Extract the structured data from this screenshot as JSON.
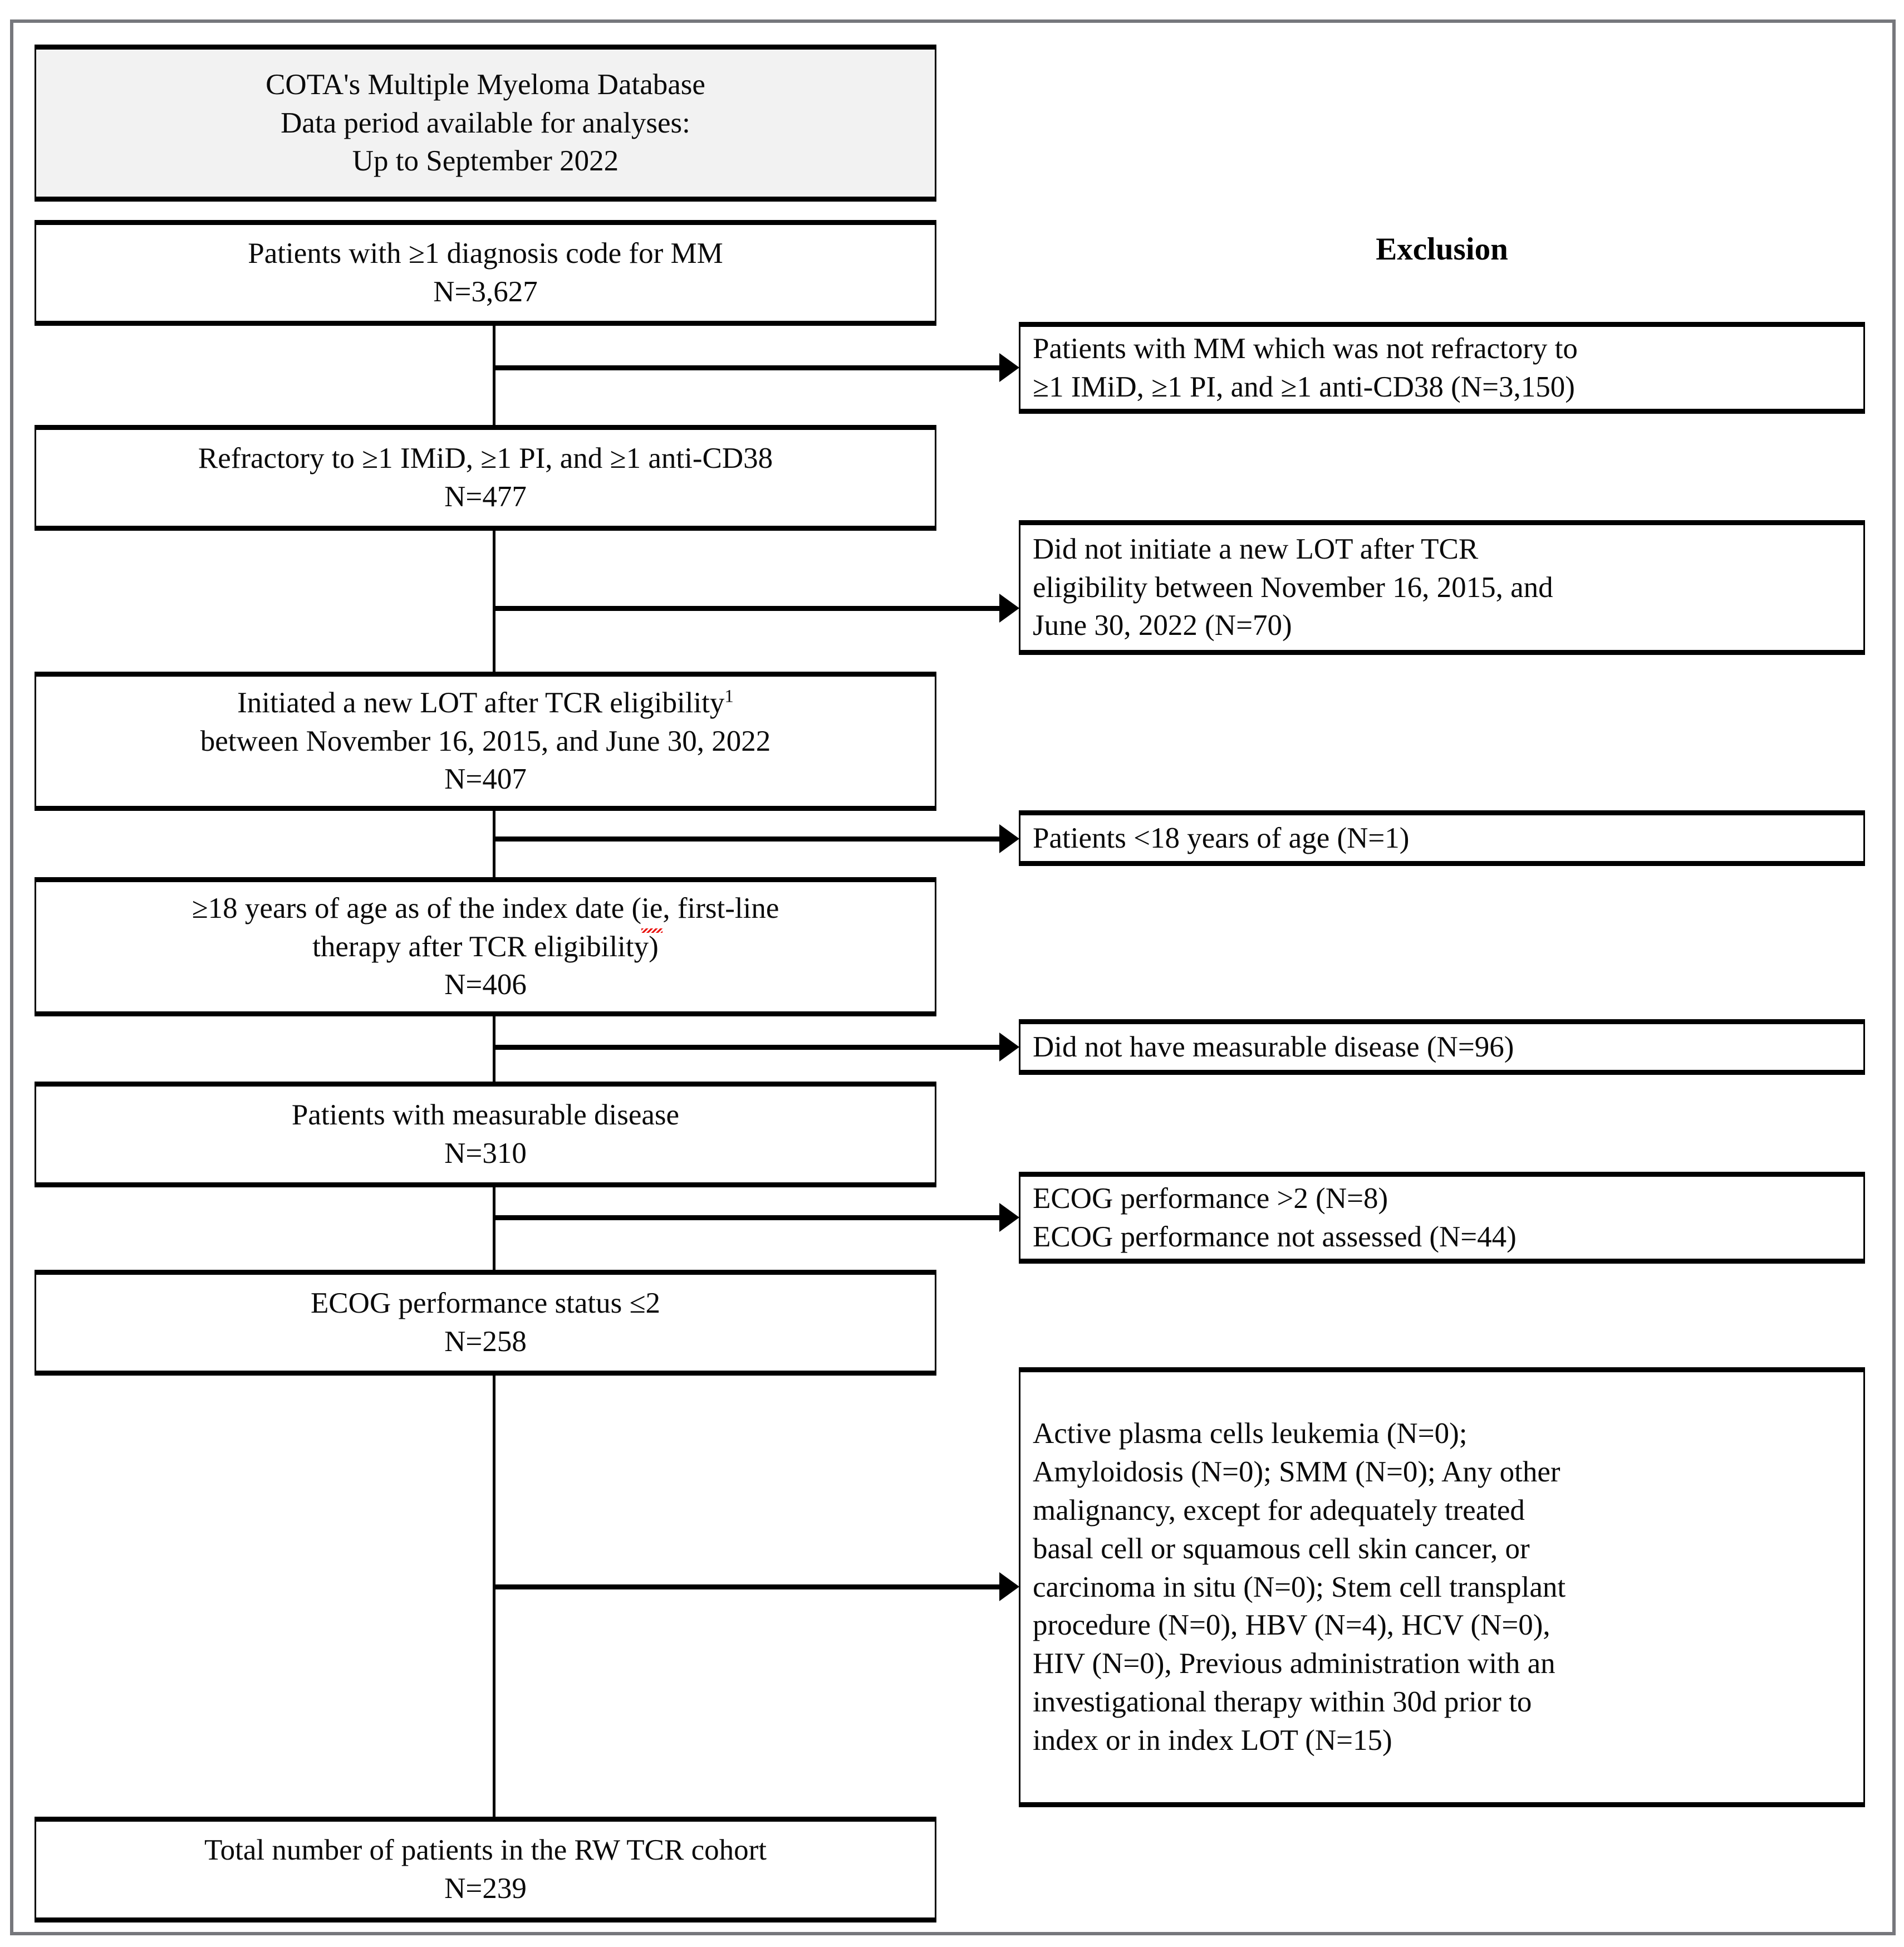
{
  "figure": {
    "type": "patient-attrition-flowchart",
    "exclusion_column_heading": "Exclusion"
  },
  "flow_boxes": {
    "source": {
      "line1": "COTA's Multiple Myeloma Database",
      "line2": "Data period available for analyses:",
      "line3": "Up to September 2022"
    },
    "step1": {
      "line1": "Patients with ≥1 diagnosis code for MM",
      "line2": "N=3,627"
    },
    "step2": {
      "line1": "Refractory to ≥1 IMiD, ≥1 PI, and ≥1 anti-CD38",
      "line2": "N=477"
    },
    "step3": {
      "line1a": "Initiated a new LOT after TCR eligibility",
      "line1_sup": "1",
      "line2": "between November 16, 2015, and June 30, 2022",
      "line3": "N=407"
    },
    "step4": {
      "line1a": "≥18 years of age as of the index date (",
      "line1_flag": "ie",
      "line1b": ", first-line",
      "line2": "therapy after TCR eligibility)",
      "line3": "N=406"
    },
    "step5": {
      "line1": "Patients with measurable disease",
      "line2": "N=310"
    },
    "step6": {
      "line1": "ECOG performance status ≤2",
      "line2": "N=258"
    },
    "step7": {
      "line1": "Total number of patients in the RW TCR cohort",
      "line2": "N=239"
    }
  },
  "exclusion_boxes": {
    "excl1": {
      "line1": "Patients with MM which was not refractory to",
      "line2": "≥1 IMiD, ≥1 PI, and ≥1 anti-CD38 (N=3,150)"
    },
    "excl2": {
      "line1": "Did not initiate a new LOT after TCR",
      "line2": "eligibility between November 16, 2015, and",
      "line3": "June 30, 2022 (N=70)"
    },
    "excl3": {
      "line1": "Patients <18 years of age (N=1)"
    },
    "excl4": {
      "line1": "Did not have measurable disease (N=96)"
    },
    "excl5": {
      "line1": "ECOG performance >2 (N=8)",
      "line2": "ECOG performance not assessed (N=44)"
    },
    "excl6": {
      "line1": "Active plasma cells leukemia (N=0);",
      "line2": "Amyloidosis (N=0); SMM (N=0); Any other",
      "line3": "malignancy, except for adequately treated",
      "line4": "basal cell or squamous cell skin cancer, or",
      "line5": "carcinoma in situ (N=0); Stem cell transplant",
      "line6": "procedure (N=0), HBV (N=4), HCV (N=0),",
      "line7": "HIV (N=0), Previous administration with an",
      "line8": "investigational therapy within 30d prior to",
      "line9": "index or in index LOT (N=15)"
    }
  },
  "colors": {
    "outer_frame": "#76777c",
    "box_border": "#000000",
    "shaded_box_fill": "#f2f2f2",
    "text": "#0a0a0a",
    "spellcheck_underline": "#e8130f"
  }
}
